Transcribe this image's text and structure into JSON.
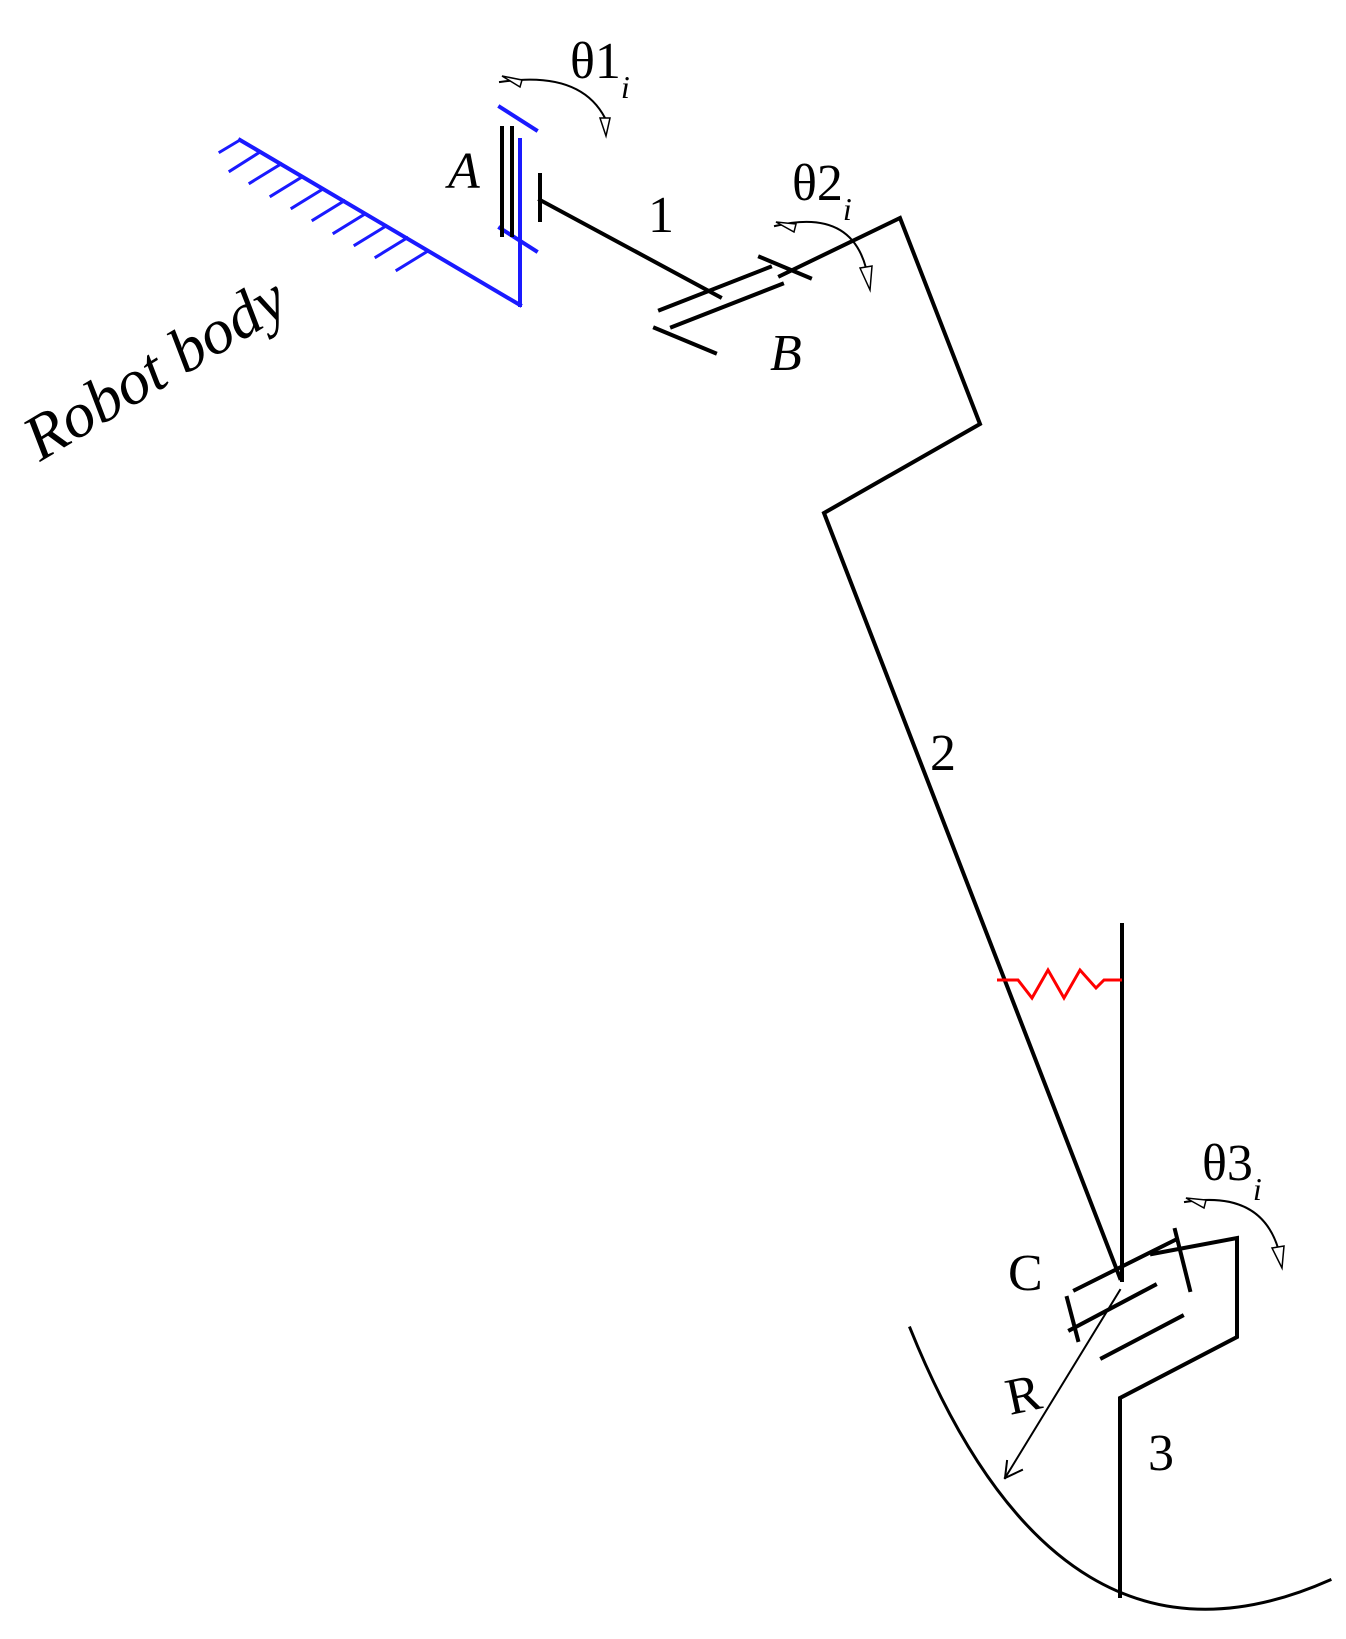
{
  "labels": {
    "robot_body": "Robot body",
    "joint_a": "A",
    "joint_b": "B",
    "joint_c": "C",
    "link_1": "1",
    "link_2": "2",
    "link_3": "3",
    "radius": "R",
    "theta1": "θ1",
    "theta1_sub": "i",
    "theta2": "θ2",
    "theta2_sub": "i",
    "theta3": "θ3",
    "theta3_sub": "i"
  },
  "colors": {
    "ink": "#000000",
    "robot_body": "#1a1aff",
    "spring": "#ff0000"
  }
}
